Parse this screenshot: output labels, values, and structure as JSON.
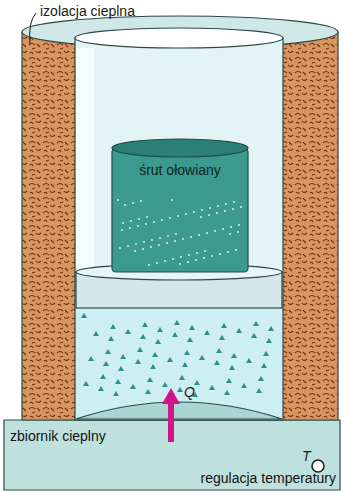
{
  "diagram": {
    "nodes": [
      {
        "text": [
          "śrut ołowiany"
        ]
      },
      {
        "text": [
          "zbiornik cieplny",
          "regulacja temperatury"
        ]
      }
    ],
    "labels": [
      "izolacja cieplna",
      "Q",
      "T"
    ]
  }
}
